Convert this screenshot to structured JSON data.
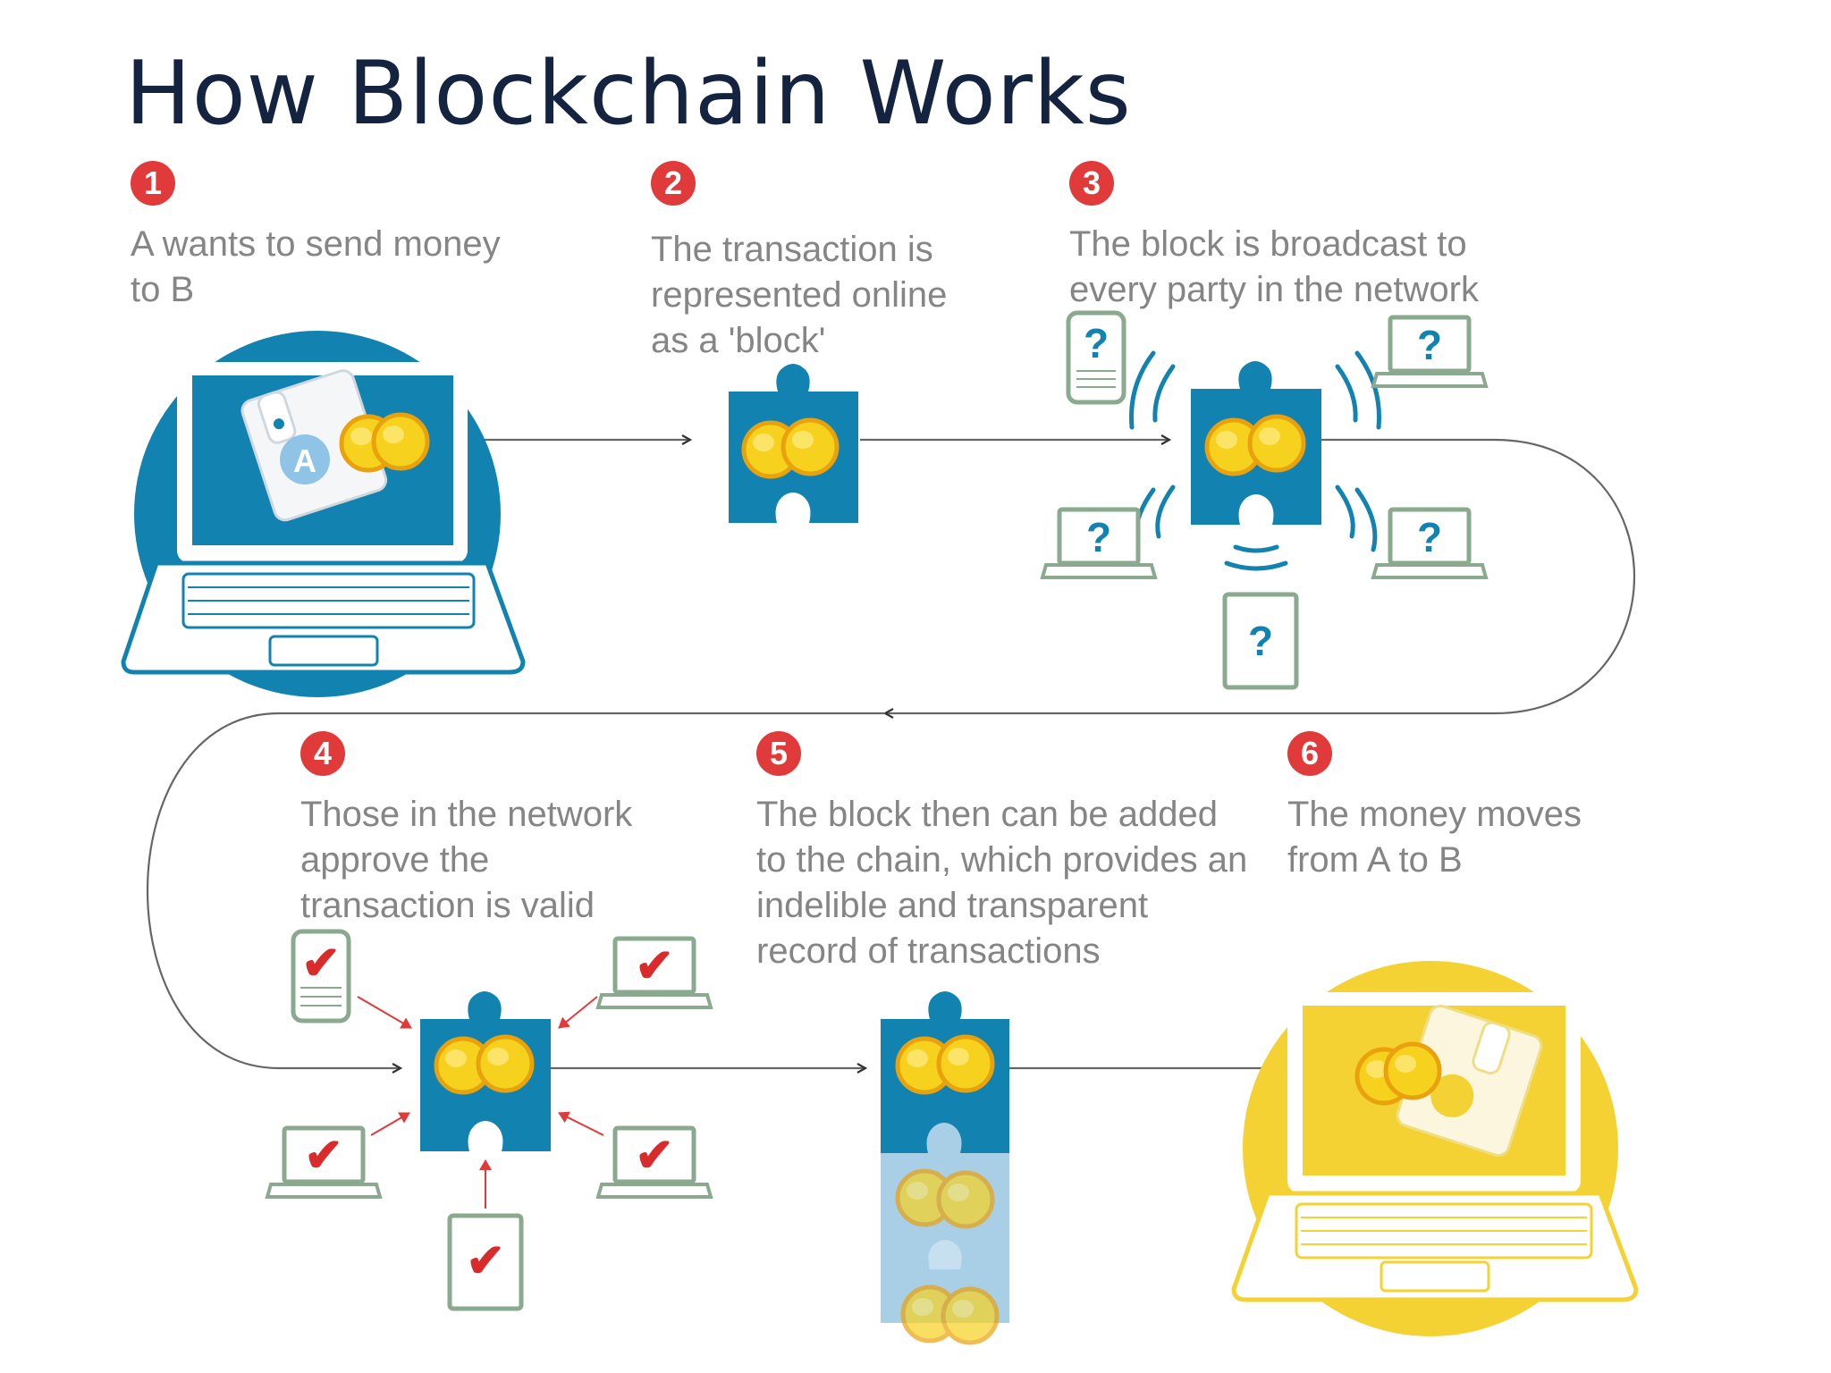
{
  "title": "How Blockchain Works",
  "steps": [
    {
      "number": "1",
      "text": "A wants to send money to B"
    },
    {
      "number": "2",
      "text": "The transaction is represented online as a 'block'"
    },
    {
      "number": "3",
      "text": "The block is broadcast to every party in the network"
    },
    {
      "number": "4",
      "text": "Those in the network approve the transaction is valid"
    },
    {
      "number": "5",
      "text": "The block then can be added to the chain, which provides an indelible and transparent record of transactions"
    },
    {
      "number": "6",
      "text": "The money moves from A to B"
    }
  ],
  "labels": {
    "sender": "A",
    "unknown_mark": "?",
    "approved_mark": "✔"
  },
  "colors": {
    "title": "#14233f",
    "badge": "#e03a3a",
    "caption": "#858585",
    "block_blue": "#1283b0",
    "chain_light_blue": "#a9cfe6",
    "coin_yellow": "#f6d21f",
    "receiver_yellow": "#f5d233",
    "device_green": "#8aa98e",
    "check_red": "#d92b2b",
    "connector": "#444444"
  }
}
